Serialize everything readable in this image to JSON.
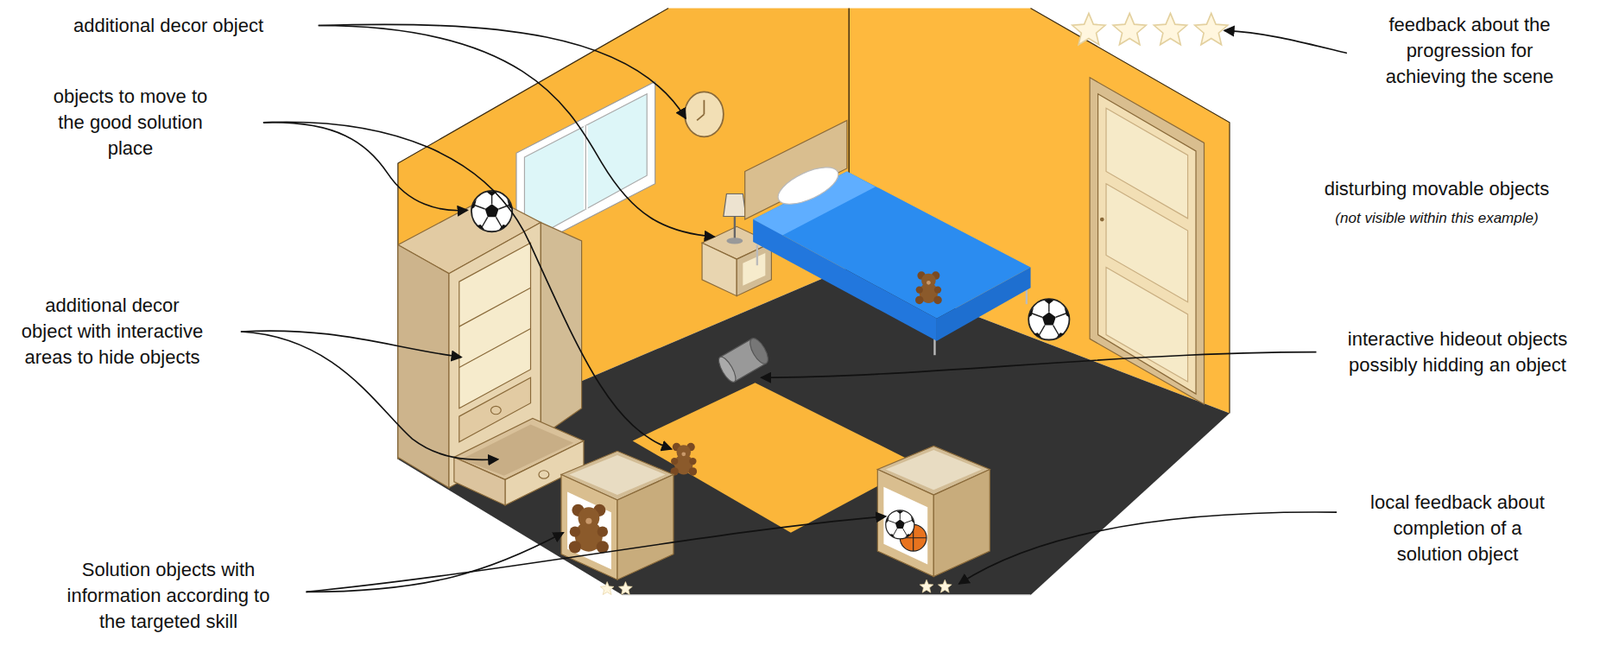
{
  "diagram": {
    "labels": [
      "additional decor object",
      "objects to move to the good solution place",
      "additional decor object with interactive areas to hide objects",
      "Solution objects with information according to the targeted skill",
      "feedback about the progression for achieving the scene",
      "disturbing movable objects",
      "(not visible within this example)",
      "interactive hideout objects possibly hidding an object",
      "local feedback about completion of a solution object"
    ]
  }
}
